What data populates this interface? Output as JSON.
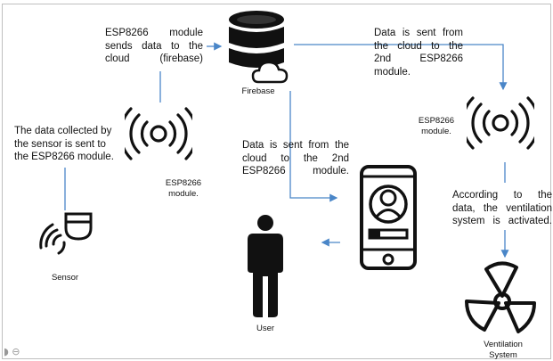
{
  "texts": {
    "esp_sends": "ESP8266  module\nsends data to the\ncloud (firebase)",
    "cloud_to_esp2": "Data is sent from\nthe cloud to the\n2nd       ESP8266\nmodule.",
    "collected": "The data collected by\nthe sensor is sent to\nthe ESP8266 module.",
    "cloud_to_phone": "Data is sent from the\ncloud  to  the  2nd\nESP8266 module.",
    "according": "According   to   the\ndata, the ventilation\nsystem is activated.",
    "firebase_label": "Firebase",
    "esp_left_label": "ESP8266\nmodule.",
    "esp_right_label": "ESP8266\nmodule.",
    "sensor_label": "Sensor",
    "user_label": "User",
    "vent_label": "Ventilation\nSystem"
  },
  "colors": {
    "arrow": "#4a86c8",
    "icon": "#111111",
    "border": "#bfbfbf"
  },
  "icons": [
    "database-cloud-icon",
    "wireless-signal-icon",
    "wireless-signal-icon",
    "sensor-icon",
    "smartphone-contact-icon",
    "user-icon",
    "fan-icon"
  ]
}
